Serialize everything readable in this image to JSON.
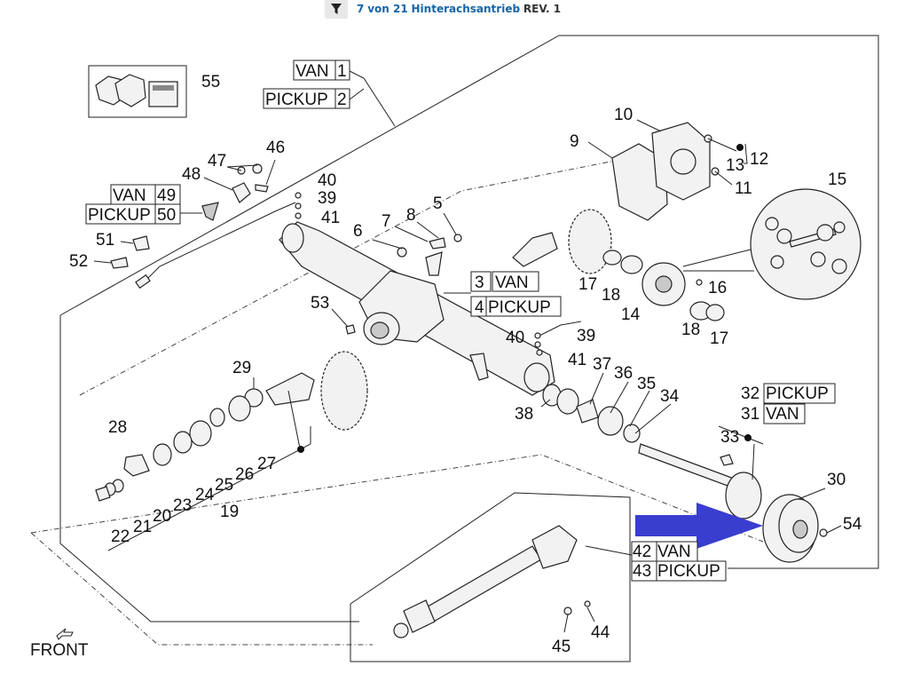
{
  "header": {
    "page_number": "7",
    "page_of": "von 21",
    "section_title": "Hinterachsantrieb",
    "revision": "REV. 1"
  },
  "variant_labels": {
    "van_1": "VAN",
    "van_1_num": "1",
    "pickup_2": "PICKUP",
    "pickup_2_num": "2",
    "van_49": "VAN",
    "van_49_num": "49",
    "pickup_50": "PICKUP",
    "pickup_50_num": "50",
    "van_3_num": "3",
    "van_3": "VAN",
    "pickup_4_num": "4",
    "pickup_4": "PICKUP",
    "pickup_32_num": "32",
    "pickup_32": "PICKUP",
    "van_31_num": "31",
    "van_31": "VAN",
    "van_42_num": "42",
    "van_42": "VAN",
    "pickup_43_num": "43",
    "pickup_43": "PICKUP"
  },
  "part_numbers": {
    "p55": "55",
    "p46": "46",
    "p47": "47",
    "p48": "48",
    "p40a": "40",
    "p39a": "39",
    "p41a": "41",
    "p51": "51",
    "p52": "52",
    "p6": "6",
    "p7": "7",
    "p8": "8",
    "p5": "5",
    "p10": "10",
    "p9": "9",
    "p12": "12",
    "p13": "13",
    "p11": "11",
    "p15": "15",
    "p17a": "17",
    "p18a": "18",
    "p16": "16",
    "p14": "14",
    "p18b": "18",
    "p17b": "17",
    "p53": "53",
    "p40b": "40",
    "p39b": "39",
    "p41b": "41",
    "p37": "37",
    "p36": "36",
    "p35": "35",
    "p34": "34",
    "p38": "38",
    "p29": "29",
    "p28": "28",
    "p27": "27",
    "p26": "26",
    "p25": "25",
    "p24": "24",
    "p23": "23",
    "p20": "20",
    "p21": "21",
    "p22": "22",
    "p19": "19",
    "p33": "33",
    "p30": "30",
    "p54": "54",
    "p44": "44",
    "p45": "45"
  },
  "front_label": "FRONT",
  "colors": {
    "link": "#1565a8",
    "highlight_arrow": "#3a3ecf"
  },
  "icons": {
    "filter": "filter-icon",
    "front_arrow": "front-arrow-icon",
    "highlight": "pointer-arrow-icon"
  }
}
